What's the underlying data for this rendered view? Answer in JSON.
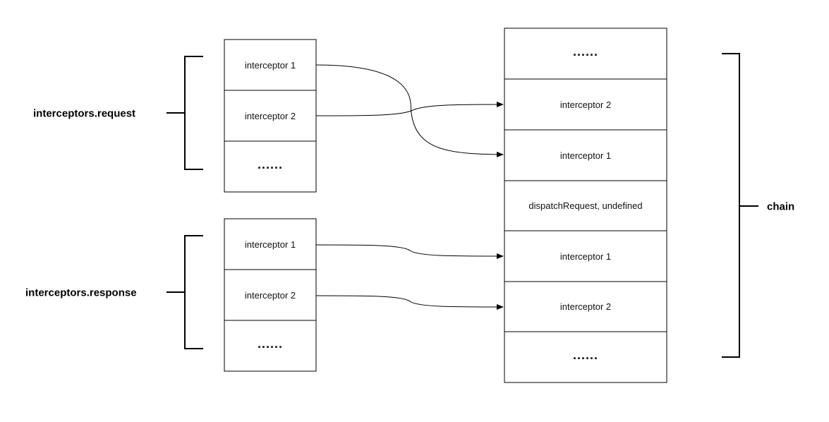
{
  "request_group": {
    "label": "interceptors.request",
    "cells": [
      "interceptor 1",
      "interceptor 2",
      "......"
    ]
  },
  "response_group": {
    "label": "interceptors.response",
    "cells": [
      "interceptor 1",
      "interceptor 2",
      "......"
    ]
  },
  "chain": {
    "label": "chain",
    "cells": [
      "......",
      "interceptor 2",
      "interceptor 1",
      "dispatchRequest, undefined",
      "interceptor 1",
      "interceptor 2",
      "......"
    ]
  },
  "colors": {
    "stroke": "#000000",
    "background": "#ffffff"
  }
}
